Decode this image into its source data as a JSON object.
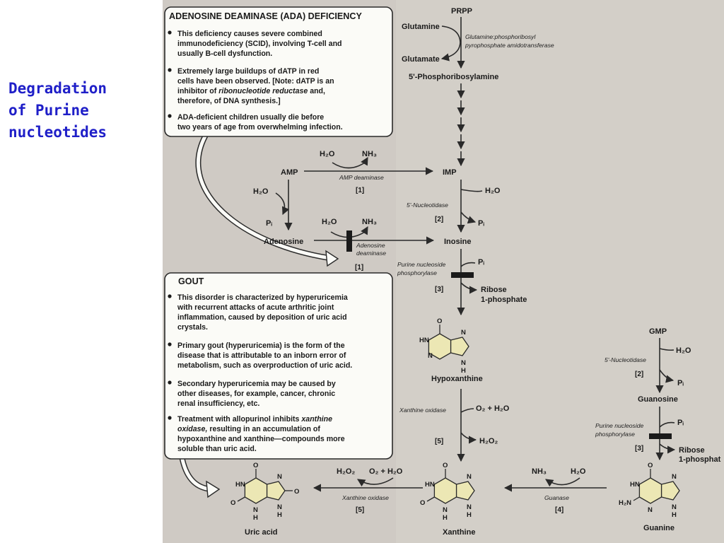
{
  "slide": {
    "title_lines": [
      "Degradation",
      "of Purine",
      "nucleotides"
    ]
  },
  "ada_box": {
    "title": [
      "ADENOSINE DEAMINASE (",
      "ADA",
      ") DEFICIENCY"
    ],
    "bullet1": [
      "This deficiency causes severe combined",
      "immunodeficiency (SCID), involving T-cell and",
      "usually B-cell dysfunction."
    ],
    "bullet2": {
      "line1": "Extremely large buildups of dATP in red",
      "line2": "cells have been observed.  [Note: dATP is an",
      "line3_pre": "inhibitor of ",
      "line3_em": "ribonucleotide reductase",
      "line3_post": " and,",
      "line4": "therefore, of DNA synthesis.]"
    },
    "bullet3": [
      "ADA-deficient children usually die before",
      "two years of age from overwhelming infection."
    ]
  },
  "gout_box": {
    "title": "GOUT",
    "bullet1": [
      "This disorder is characterized by hyperuricemia",
      "with recurrent attacks of acute arthritic joint",
      "inflammation, caused by deposition of uric acid",
      "crystals."
    ],
    "bullet2": [
      "Primary gout (hyperuricemia) is the form of the",
      "disease that is attributable to an inborn error of",
      "metabolism, such as overproduction of uric acid."
    ],
    "bullet3": [
      "Secondary hyperuricemia may be caused by",
      "other diseases, for example, cancer, chronic",
      "renal insufficiency, etc."
    ],
    "bullet4": {
      "line1_pre": "Treatment with allopurinol inhibits ",
      "line1_em": "xanthine",
      "line2_em": "oxidase,",
      "line2_post": " resulting in an accumulation of",
      "line3": "hypoxanthine and xanthine—compounds more",
      "line4": "soluble than uric acid."
    }
  },
  "pathway": {
    "prpp": "PRPP",
    "glutamine": "Glutamine",
    "glutamate": "Glutamate",
    "gpat_enzyme": [
      "Glutamine:phosphoribosyl",
      "pyrophosphate amidotransferase"
    ],
    "prpa": "5'-Phosphoribosylamine",
    "amp": "AMP",
    "imp": "IMP",
    "amp_deaminase": "AMP deaminase",
    "adenosine": "Adenosine",
    "adenosine_deaminase": [
      "Adenosine",
      "deaminase"
    ],
    "inosine": "Inosine",
    "nucleotidase": "5'-Nucleotidase",
    "pnp": [
      "Purine nucleoside",
      "phosphorylase"
    ],
    "ribose_1p": [
      "Ribose",
      "1-phosphate"
    ],
    "ribose_1p_cut": [
      "Ribose",
      "1-phosphat"
    ],
    "hypoxanthine": "Hypoxanthine",
    "xanthine_oxidase": "Xanthine oxidase",
    "xanthine": "Xanthine",
    "uric_acid": "Uric acid",
    "gmp": "GMP",
    "guanosine": "Guanosine",
    "guanine": "Guanine",
    "guanase": "Guanase",
    "h2o": "H₂O",
    "nh3": "NH₃",
    "pi": "Pᵢ",
    "o2_h2o": "O₂ + H₂O",
    "h2o2": "H₂O₂",
    "step_1": "[1]",
    "step_2": "[2]",
    "step_3": "[3]",
    "step_4": "[4]",
    "step_5": "[5]"
  },
  "atoms": {
    "H": "H",
    "N": "N",
    "O": "O",
    "HN": "HN",
    "H2N": "H₂N"
  },
  "colors": {
    "title_blue": "#1f1fc8",
    "page_gray": "#cfcac4",
    "box_fill": "#fbfbf7",
    "ring_fill": "#ece7b4"
  }
}
